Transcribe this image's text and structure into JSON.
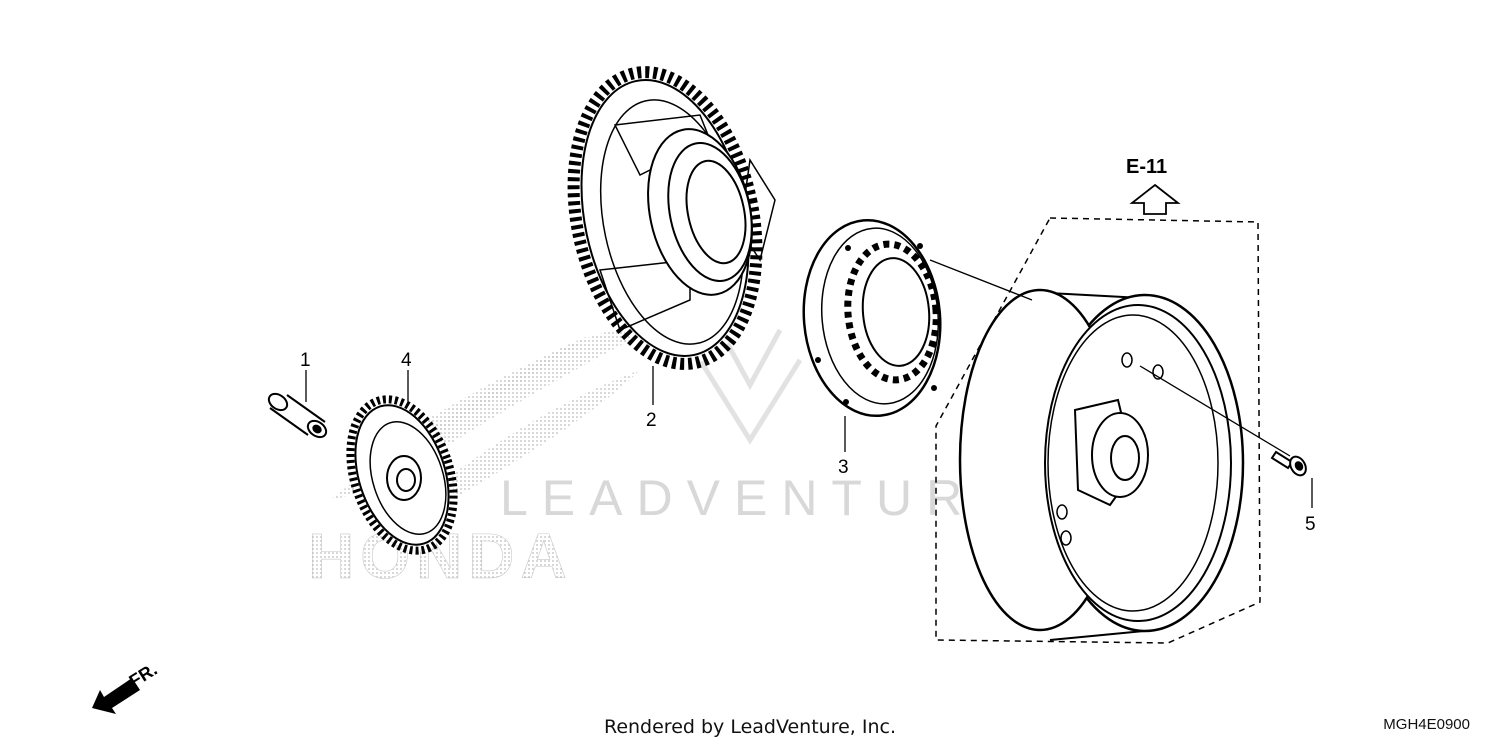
{
  "diagram": {
    "callouts": [
      {
        "id": "1",
        "label": "1"
      },
      {
        "id": "2",
        "label": "2"
      },
      {
        "id": "3",
        "label": "3"
      },
      {
        "id": "4",
        "label": "4"
      },
      {
        "id": "5",
        "label": "5"
      }
    ],
    "reference": "E-11",
    "front_marker": "FR.",
    "watermark": {
      "brand": "LEADVENTURE",
      "logo": "HONDA"
    },
    "diagram_code": "MGH4E0900"
  },
  "footer": {
    "credit": "Rendered by LeadVenture, Inc."
  }
}
